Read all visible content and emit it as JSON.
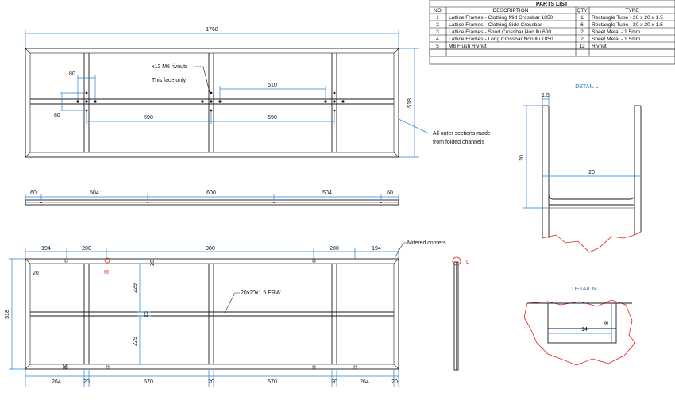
{
  "parts_list": {
    "title": "PARTS LIST",
    "headers": [
      "NO",
      "DESCRIPTION",
      "QTY",
      "TYPE"
    ],
    "rows": [
      [
        "1",
        "Lattice Frames - Clothing Mid Crossbar 1850",
        "1",
        "Rectangle Tube - 20 x 20 x 1.5"
      ],
      [
        "2",
        "Lattice Frames - Clothing Side Crossbar",
        "6",
        "Rectangle Tube - 20 x 20 x 1.5"
      ],
      [
        "3",
        "Lattice Frames - Short Crossbar Non llu 600",
        "2",
        "Sheet Metal - 1.5mm"
      ],
      [
        "4",
        "Lattice Frames - Long Crossbar Non llu 1850",
        "2",
        "Sheet Metal - 1.5mm"
      ],
      [
        "5",
        "M6 Flush Rivnut",
        "12",
        "Rivnut"
      ]
    ]
  },
  "top_view": {
    "overall_width": "1768",
    "height": "518",
    "rivnut_note": "x12 M6 rivnuts",
    "face_note": "This face only",
    "dim_80_top": "80",
    "dim_80_left": "80",
    "dim_510": "510",
    "dim_590_a": "590",
    "dim_590_b": "590",
    "outer_note_1": "All outer sections made",
    "outer_note_2": "from folded channels"
  },
  "side_view": {
    "dims": [
      "60",
      "504",
      "600",
      "504",
      "60"
    ]
  },
  "front_view": {
    "top_dims": [
      "194",
      "200",
      "980",
      "200",
      "194"
    ],
    "bottom_dims": [
      "264",
      "20",
      "570",
      "20",
      "570",
      "20",
      "264",
      "20"
    ],
    "height": "518",
    "dim_20_left": "20",
    "dim_229_a": "229",
    "dim_229_b": "229",
    "dim_20_mid_a": "20",
    "dim_20_mid_b": "20",
    "dim_20_low": "20",
    "tube_note": "20x20x1.5 ERW",
    "mitered_note": "Mitered corners",
    "marker_m": "M"
  },
  "marker_l": "L",
  "detail_l": {
    "title": "DETAIL L",
    "dim_thickness": "1.5",
    "dim_height": "20",
    "dim_width": "20"
  },
  "detail_m": {
    "title": "DETAIL M",
    "dim_width": "14",
    "dim_height": "8"
  }
}
